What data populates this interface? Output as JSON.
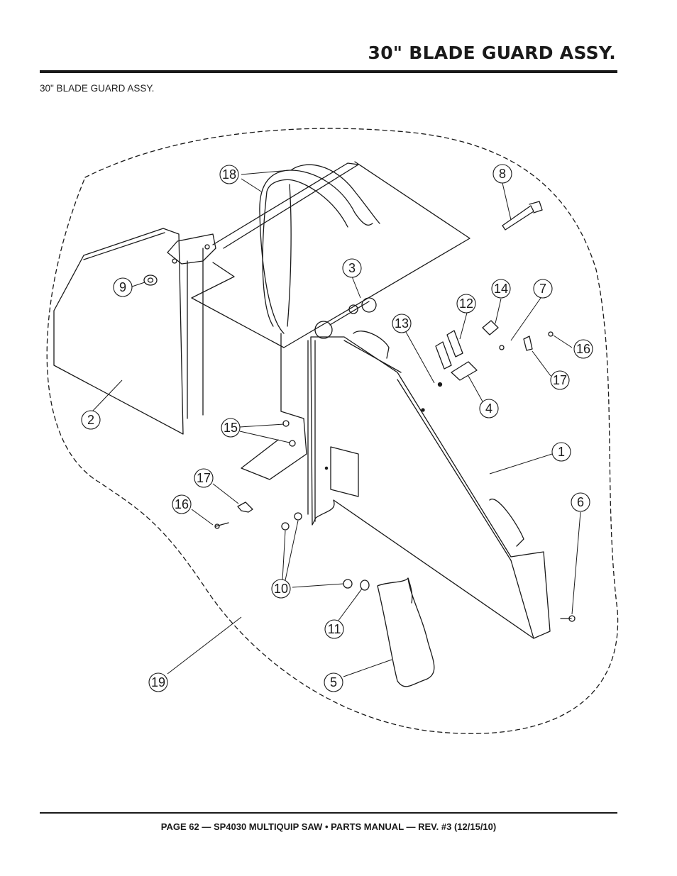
{
  "header": {
    "title": "30\" BLADE GUARD ASSY."
  },
  "caption": "30\" BLADE GUARD ASSY.",
  "footer": {
    "text": "PAGE 62 — SP4030 MULTIQUIP SAW • PARTS MANUAL — REV. #3 (12/15/10)"
  },
  "callouts": [
    "18",
    "8",
    "3",
    "9",
    "14",
    "7",
    "12",
    "13",
    "16",
    "17",
    "4",
    "2",
    "15",
    "1",
    "17",
    "16",
    "6",
    "10",
    "11",
    "19",
    "5"
  ]
}
